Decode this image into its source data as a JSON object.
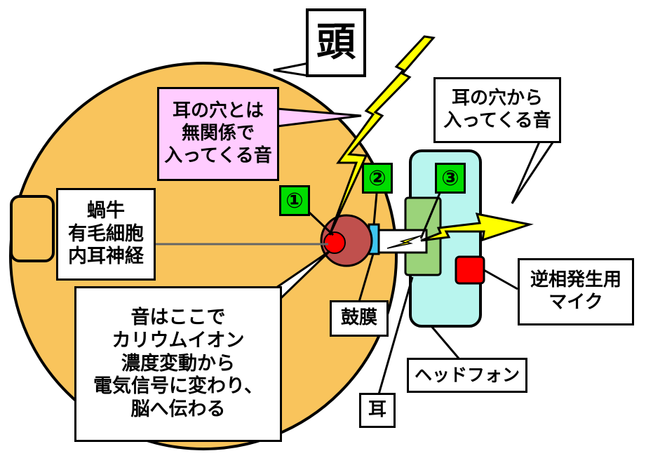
{
  "labels": {
    "head": "頭",
    "outside_sound": [
      "耳の穴とは",
      "無関係で",
      "入ってくる音"
    ],
    "ear_canal_sound": [
      "耳の穴から",
      "入ってくる音"
    ],
    "cochlea": [
      "蝸牛",
      "有毛細胞",
      "内耳神経"
    ],
    "conversion": [
      "音はここで",
      "カリウムイオン",
      "濃度変動から",
      "電気信号に変わり、",
      "脳へ伝わる"
    ],
    "eardrum": "鼓膜",
    "ear": "耳",
    "headphone": "ヘッドフォン",
    "anti_phase_mic": [
      "逆相発生用",
      "マイク"
    ]
  },
  "markers": [
    "①",
    "②",
    "③"
  ],
  "colors": {
    "head": "#f9c45c",
    "cochlea": "#c0504d",
    "cochlea_core": "#ff0000",
    "headphone": "#b8f5ee",
    "ear": "#9bd37a",
    "lightning": "#ffff00",
    "marker": "#00dd00",
    "pink_box": "#ffccff",
    "mic": "#ff0000",
    "eardrum": "#3ec6f0"
  }
}
